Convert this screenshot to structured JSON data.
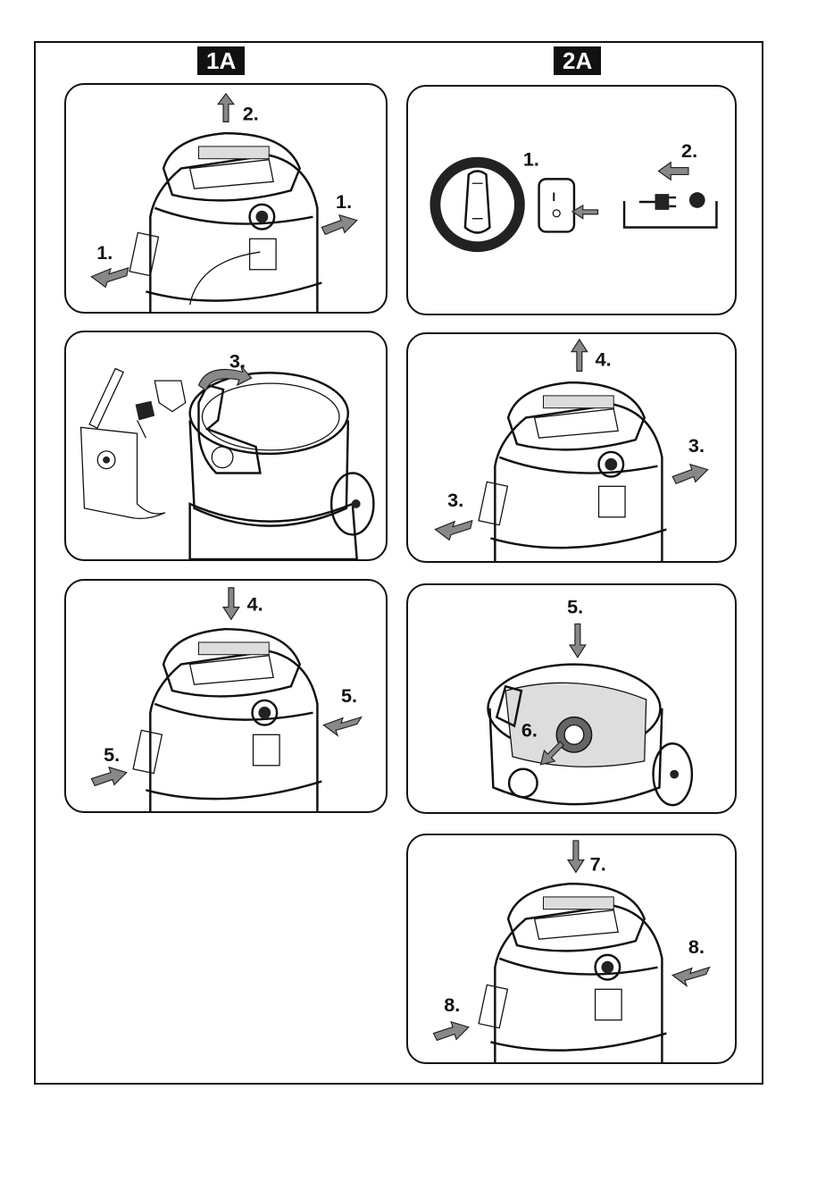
{
  "headers": {
    "left": "1A",
    "right": "2A"
  },
  "panels": {
    "p1": {
      "labels": [
        "2.",
        "1.",
        "1."
      ]
    },
    "p2": {
      "labels": [
        "3."
      ]
    },
    "p3": {
      "labels": [
        "4.",
        "5.",
        "5."
      ]
    },
    "p4": {
      "labels": [
        "1.",
        "2."
      ],
      "switch_symbol": "I"
    },
    "p5": {
      "labels": [
        "4.",
        "3.",
        "3."
      ]
    },
    "p6": {
      "labels": [
        "5.",
        "6."
      ]
    },
    "p7": {
      "labels": [
        "7.",
        "8.",
        "8."
      ]
    }
  }
}
